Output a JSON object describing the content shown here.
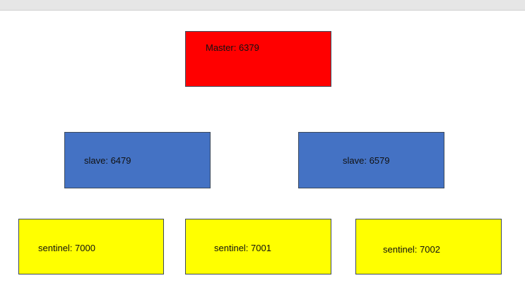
{
  "colors": {
    "master": "#ff0000",
    "slave": "#4472c4",
    "sentinel": "#ffff00"
  },
  "nodes": {
    "master": {
      "label": "Master: 6379"
    },
    "slaves": [
      {
        "label": "slave: 6479"
      },
      {
        "label": "slave: 6579"
      }
    ],
    "sentinels": [
      {
        "label": "sentinel: 7000"
      },
      {
        "label": "sentinel: 7001"
      },
      {
        "label": "sentinel: 7002"
      }
    ]
  }
}
